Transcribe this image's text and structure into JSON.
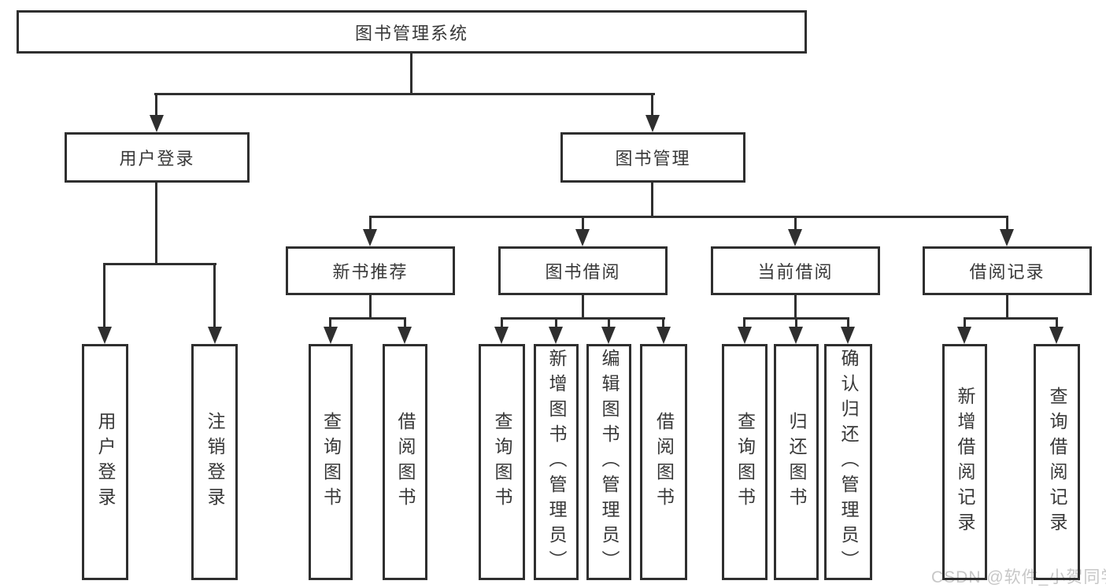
{
  "diagram": {
    "title": "图书管理系统",
    "root": {
      "label": "图书管理系统"
    },
    "level2": [
      {
        "label": "用户登录"
      },
      {
        "label": "图书管理"
      }
    ],
    "level3": [
      {
        "label": "新书推荐"
      },
      {
        "label": "图书借阅"
      },
      {
        "label": "当前借阅"
      },
      {
        "label": "借阅记录"
      }
    ],
    "leaves": [
      {
        "label": "用户登录"
      },
      {
        "label": "注销登录"
      },
      {
        "label": "查询图书"
      },
      {
        "label": "借阅图书"
      },
      {
        "label": "查询图书"
      },
      {
        "label": "新增图书（管理员）"
      },
      {
        "label": "编辑图书（管理员）"
      },
      {
        "label": "借阅图书"
      },
      {
        "label": "查询图书"
      },
      {
        "label": "归还图书"
      },
      {
        "label": "确认归还（管理员）"
      },
      {
        "label": "新增借阅记录"
      },
      {
        "label": "查询借阅记录"
      }
    ],
    "watermark": "CSDN @软件_小贺同学",
    "colors": {
      "line": "#2f2f2f",
      "text": "#383838",
      "watermark": "#c7c7c7",
      "background": "#ffffff"
    }
  }
}
